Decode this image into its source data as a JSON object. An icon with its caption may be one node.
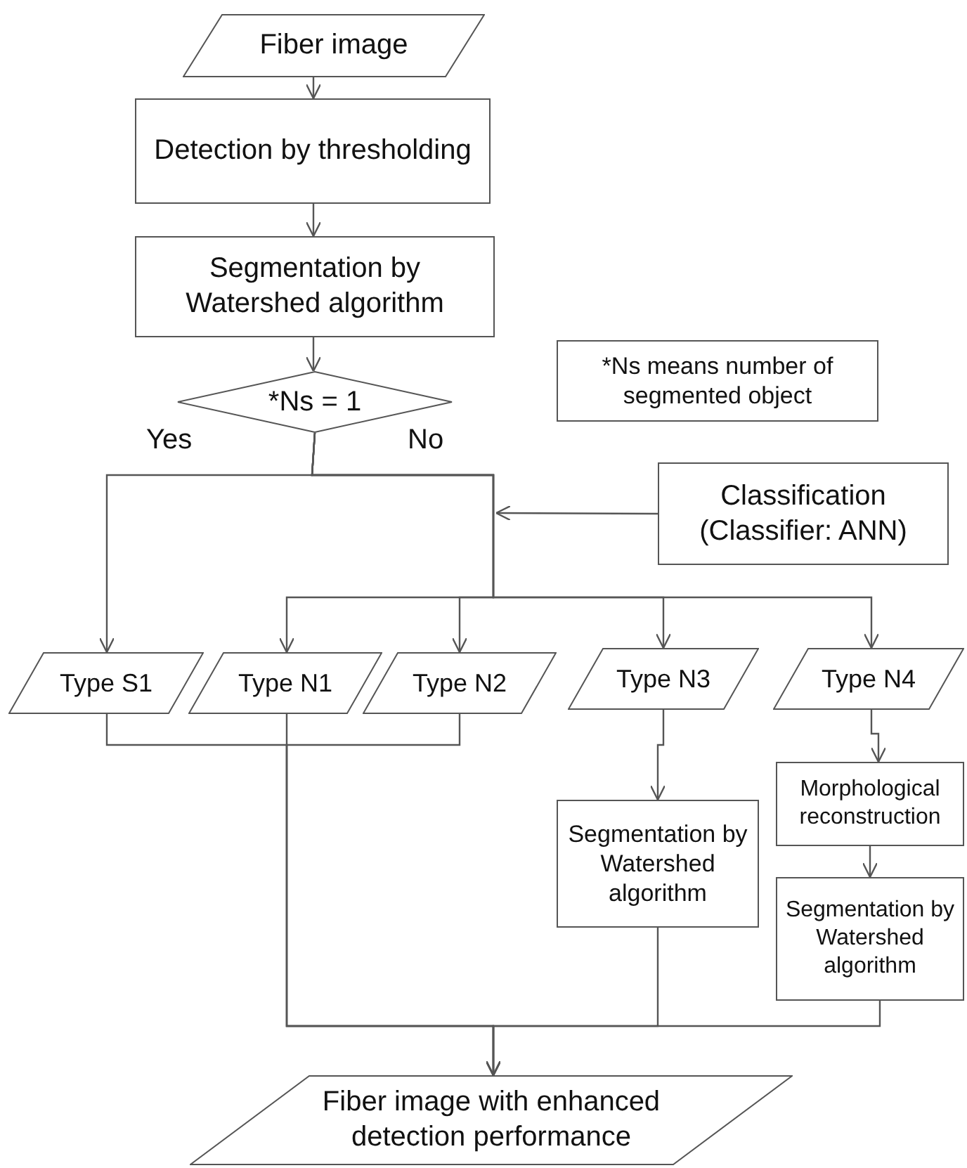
{
  "diagram": {
    "nodes": [
      {
        "text": [
          "Fiber image"
        ]
      },
      {
        "text": [
          "Detection by thresholding"
        ]
      },
      {
        "text": [
          "Segmentation by Watershed algorithm"
        ]
      },
      {
        "text": [
          "*Ns = 1"
        ]
      },
      {
        "text": [
          "*Ns means number of segmented object"
        ]
      },
      {
        "text": [
          "Classification (Classifier: ANN)"
        ]
      },
      {
        "text": [
          "Type S1"
        ]
      },
      {
        "text": [
          "Type N1"
        ]
      },
      {
        "text": [
          "Type N2"
        ]
      },
      {
        "text": [
          "Type N3"
        ]
      },
      {
        "text": [
          "Type N4"
        ]
      },
      {
        "text": [
          "Segmentation by Watershed algorithm"
        ]
      },
      {
        "text": [
          "Morphological reconstruction"
        ]
      },
      {
        "text": [
          "Segmentation by Watershed algorithm"
        ]
      },
      {
        "text": [
          "Fiber image with enhanced detection performance"
        ]
      }
    ],
    "edges": [
      {
        "from": 0,
        "to": 1,
        "arrow": "to"
      },
      {
        "from": 1,
        "to": 2,
        "arrow": "to"
      },
      {
        "from": 2,
        "to": 3,
        "arrow": "to"
      },
      {
        "from": 3,
        "to": 6,
        "arrow": "to"
      },
      {
        "from": 3,
        "to": 7,
        "arrow": "to"
      },
      {
        "from": 3,
        "to": 8,
        "arrow": "to"
      },
      {
        "from": 3,
        "to": 9,
        "arrow": "to"
      },
      {
        "from": 3,
        "to": 10,
        "arrow": "to"
      },
      {
        "from": 5,
        "to": null,
        "arrow": "to"
      },
      {
        "from": 9,
        "to": 11,
        "arrow": "to"
      },
      {
        "from": 10,
        "to": 12,
        "arrow": "to"
      },
      {
        "from": 12,
        "to": 13,
        "arrow": "to"
      },
      {
        "from": 6,
        "to": 14,
        "arrow": "to"
      },
      {
        "from": 7,
        "to": 14,
        "arrow": "to"
      },
      {
        "from": 8,
        "to": 14,
        "arrow": "to"
      },
      {
        "from": 11,
        "to": 14,
        "arrow": "to"
      },
      {
        "from": 13,
        "to": 14,
        "arrow": "to"
      }
    ],
    "labels": [
      "Yes",
      "No"
    ]
  }
}
